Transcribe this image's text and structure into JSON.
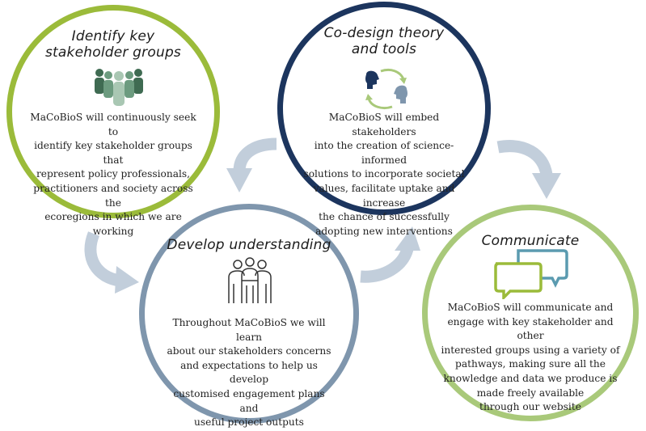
{
  "steps": [
    {
      "title_line1": "Identify key",
      "title_line2": "stakeholder groups",
      "body": "MaCoBioS will continuously seek to\nidentify key stakeholder groups that\nrepresent policy professionals,\npractitioners and society across the\necoregions in which we are\nworking",
      "icon": "people-group-icon",
      "color": "#9bbb3a"
    },
    {
      "title_line1": "Co-design theory",
      "title_line2": "and tools",
      "body": "MaCoBioS will embed stakeholders\ninto the creation of science-informed\nsolutions to incorporate societal\nvalues, facilitate uptake and increase\nthe chance of successfully\nadopting new interventions",
      "icon": "two-heads-cycle-icon",
      "color": "#1c355e"
    },
    {
      "title_line1": "Develop understanding",
      "title_line2": "",
      "body": "Throughout MaCoBioS we will learn\nabout our stakeholders concerns\nand expectations to help us develop\ncustomised engagement plans and\nuseful project outputs",
      "icon": "team-outline-icon",
      "color": "#7f96ad"
    },
    {
      "title_line1": "Communicate",
      "title_line2": "",
      "body": "MaCoBioS will communicate and\nengage with key stakeholder and other\ninterested groups using a variety of\npathways, making sure all the\nknowledge and data we produce is\nmade freely available\nthrough our website",
      "icon": "speech-bubbles-icon",
      "color": "#a9c97a"
    }
  ],
  "arrow_color": "#c2cedb"
}
